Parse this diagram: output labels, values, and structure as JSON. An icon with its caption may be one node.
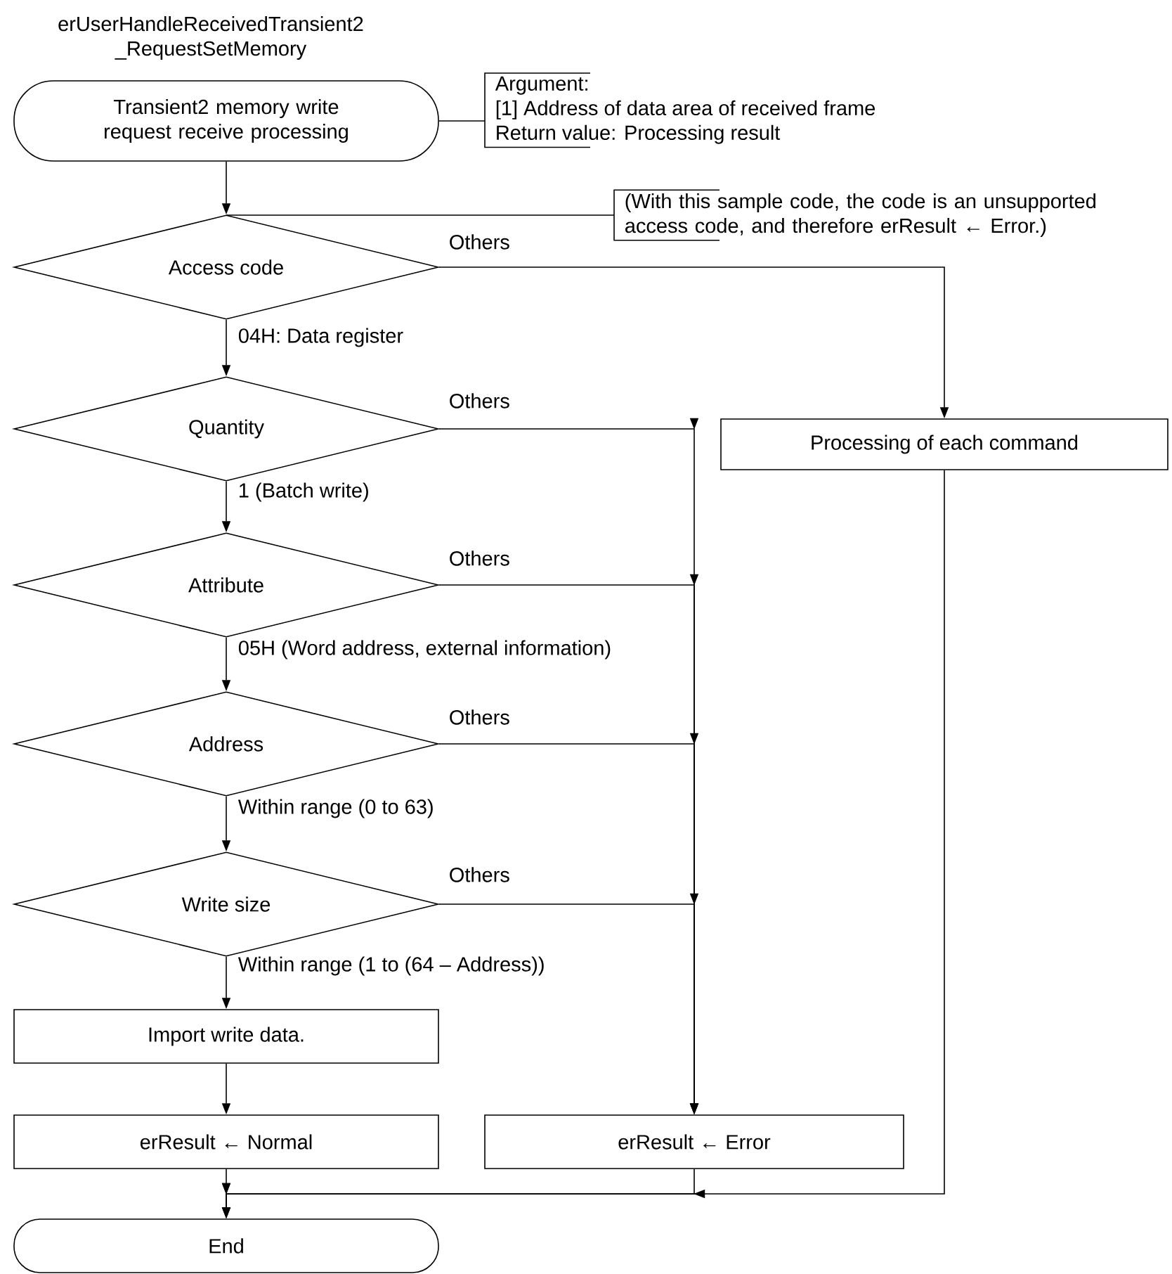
{
  "diagram": {
    "title": "erUserHandleReceivedTransient2 _RequestSetMemory",
    "nodes": [
      {
        "text": [
          "Transient2 memory write request receive processing"
        ]
      },
      {
        "text": [
          "Argument:",
          "[1] Address of data area of received frame",
          "Return value: Processing result"
        ]
      },
      {
        "text": [
          "Access code"
        ]
      },
      {
        "text": [
          "(With this sample code, the code is an unsupported access code, and therefore erResult ← Error.)"
        ]
      },
      {
        "text": [
          "Processing of each command"
        ]
      },
      {
        "text": [
          "Quantity"
        ]
      },
      {
        "text": [
          "Attribute"
        ]
      },
      {
        "text": [
          "Address"
        ]
      },
      {
        "text": [
          "Write size"
        ]
      },
      {
        "text": [
          "Import write data."
        ]
      },
      {
        "text": [
          "erResult ← Normal"
        ]
      },
      {
        "text": [
          "erResult ← Error"
        ]
      },
      {
        "text": [
          "End"
        ]
      }
    ],
    "edges": [
      {
        "from": 0,
        "to": 2,
        "arrow": "to"
      },
      {
        "from": 0,
        "to": 1,
        "arrow": "none"
      },
      {
        "from": 3,
        "to": 2,
        "arrow": "none"
      },
      {
        "from": 2,
        "to": 4,
        "arrow": "to",
        "label": "Others"
      },
      {
        "from": 2,
        "to": 5,
        "arrow": "to",
        "label": "04H: Data register"
      },
      {
        "from": 5,
        "to": 11,
        "arrow": "to",
        "label": "Others"
      },
      {
        "from": 5,
        "to": 6,
        "arrow": "to",
        "label": "1 (Batch write)"
      },
      {
        "from": 6,
        "to": 11,
        "arrow": "to",
        "label": "Others"
      },
      {
        "from": 6,
        "to": 7,
        "arrow": "to",
        "label": "05H (Word address, external information)"
      },
      {
        "from": 7,
        "to": 11,
        "arrow": "to",
        "label": "Others"
      },
      {
        "from": 7,
        "to": 8,
        "arrow": "to",
        "label": "Within range (0 to 63)"
      },
      {
        "from": 8,
        "to": 11,
        "arrow": "to",
        "label": "Others"
      },
      {
        "from": 8,
        "to": 9,
        "arrow": "to",
        "label": "Within range (1 to (64 – Address))"
      },
      {
        "from": 9,
        "to": 10,
        "arrow": "to"
      },
      {
        "from": 10,
        "to": 12,
        "arrow": "to"
      },
      {
        "from": 11,
        "to": 12,
        "arrow": "to"
      },
      {
        "from": 4,
        "to": 12,
        "arrow": "to"
      }
    ]
  }
}
